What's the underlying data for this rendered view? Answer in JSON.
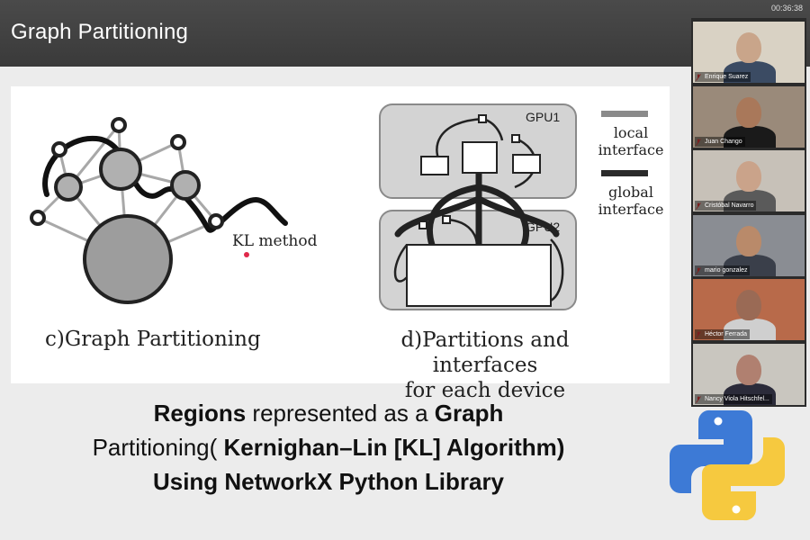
{
  "header": {
    "title": "Graph Partitioning",
    "timer": "00:36:38"
  },
  "figure": {
    "kl_label": "KL method",
    "caption_c": "c)Graph Partitioning",
    "caption_d_line1": "d)Partitions and interfaces",
    "caption_d_line2": "for each device",
    "gpu1": "GPU1",
    "gpu2": "GPU2",
    "legend_local_1": "local",
    "legend_local_2": "interface",
    "legend_global_1": "global",
    "legend_global_2": "interface"
  },
  "body_text": {
    "line1_a": "Regions",
    "line1_b": " represented as a ",
    "line1_c": "Graph",
    "line2_a": "Partitioning( ",
    "line2_b": "Kernighan–Lin [KL] Algorithm)",
    "line3": "Using NetworkX Python Library"
  },
  "participants": [
    {
      "name": "Enrique Suarez",
      "bg": "#d9d2c4",
      "skin": "#c9a58a",
      "shirt": "#3b4b63"
    },
    {
      "name": "Juan Chango",
      "bg": "#9a8a7a",
      "skin": "#a9785a",
      "shirt": "#1a1a1a"
    },
    {
      "name": "Cristóbal Navarro",
      "bg": "#c7c1b8",
      "skin": "#caa38a",
      "shirt": "#5a5a5a"
    },
    {
      "name": "mario gonzalez",
      "bg": "#8a8d93",
      "skin": "#b98a6a",
      "shirt": "#3a3f4a"
    },
    {
      "name": "Héctor Ferrada",
      "bg": "#b86a4a",
      "skin": "#9a6a55",
      "shirt": "#cfcfcf"
    },
    {
      "name": "Nancy Viola Hitschfel...",
      "bg": "#c9c6bf",
      "skin": "#b08070",
      "shirt": "#2b2b3a"
    }
  ],
  "colors": {
    "python_blue": "#3d7ad6",
    "python_yellow": "#f6c93f",
    "mic_muted": "#e03a3a"
  }
}
